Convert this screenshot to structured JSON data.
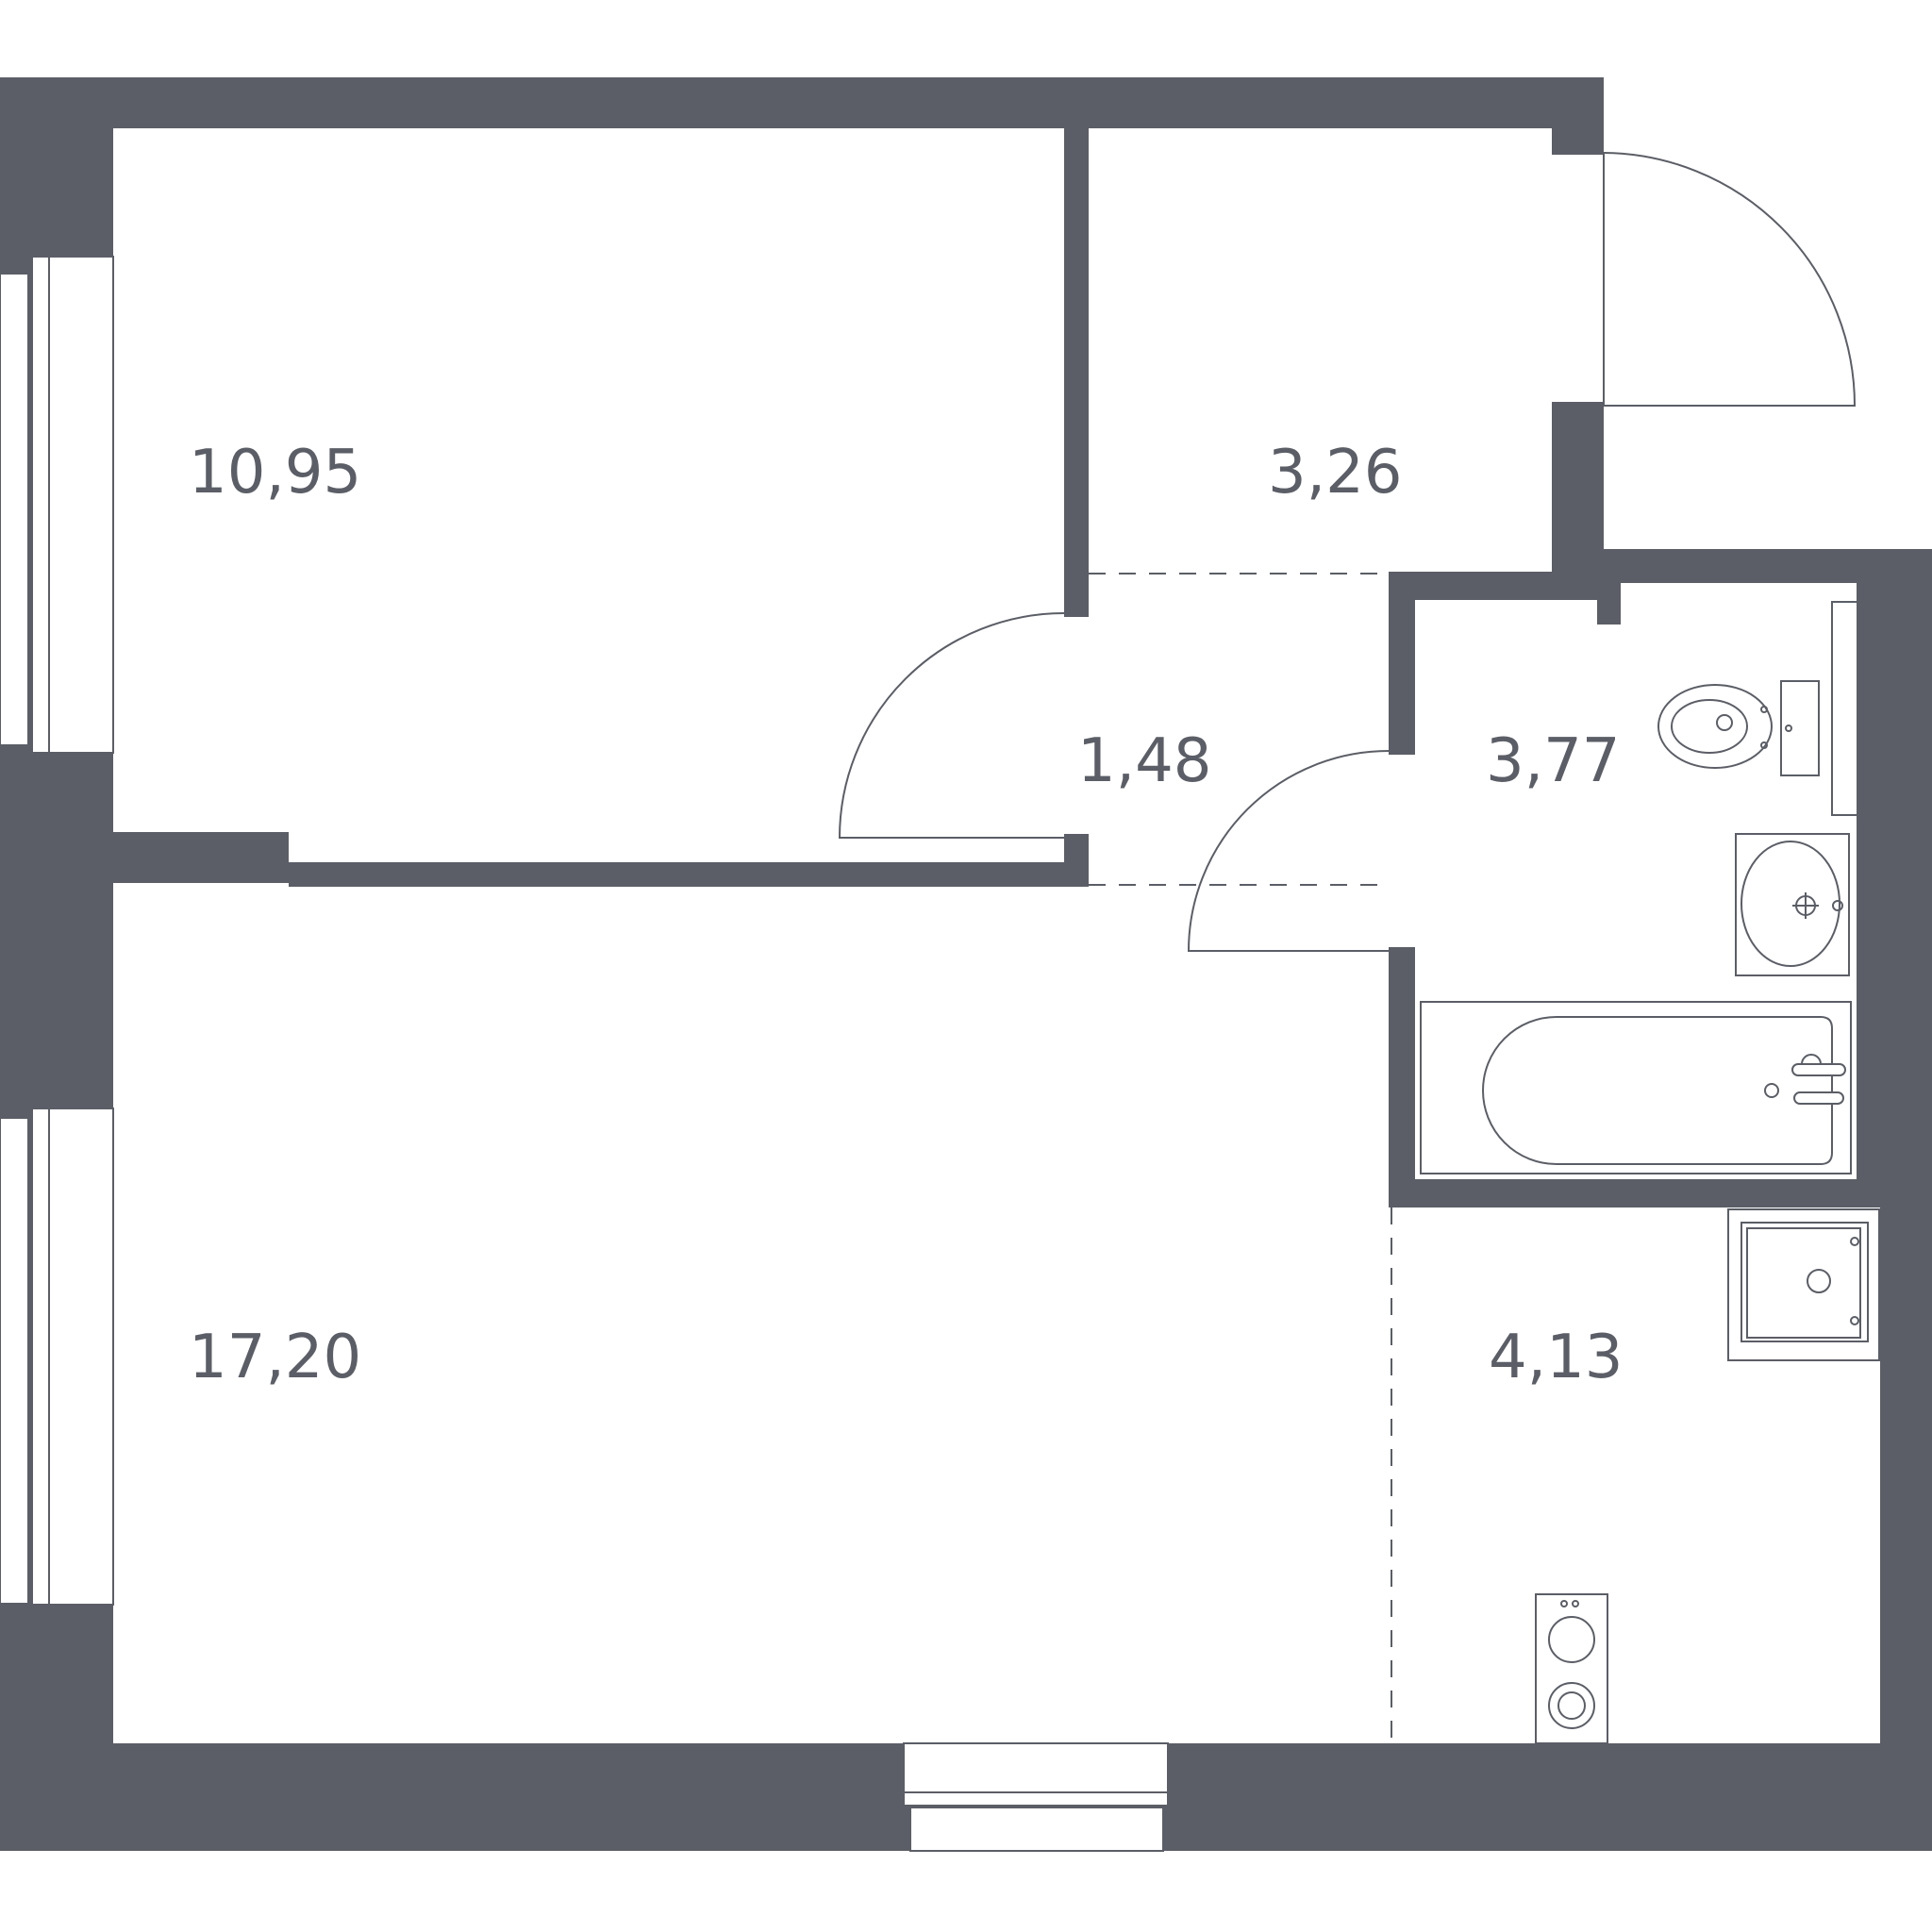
{
  "colors": {
    "wall": "#5b5e66",
    "line": "#5b5e66",
    "background": "#ffffff"
  },
  "rooms": [
    {
      "id": "room-1",
      "area": "10,95"
    },
    {
      "id": "room-2",
      "area": "3,26"
    },
    {
      "id": "room-3",
      "area": "1,48"
    },
    {
      "id": "room-4",
      "area": "3,77"
    },
    {
      "id": "room-5",
      "area": "17,20"
    },
    {
      "id": "room-6",
      "area": "4,13"
    }
  ],
  "icons": [
    "toilet-icon",
    "washbasin-icon",
    "bathtub-icon",
    "kitchen-sink-icon",
    "stove-icon",
    "door-swing-icon",
    "window-icon"
  ]
}
